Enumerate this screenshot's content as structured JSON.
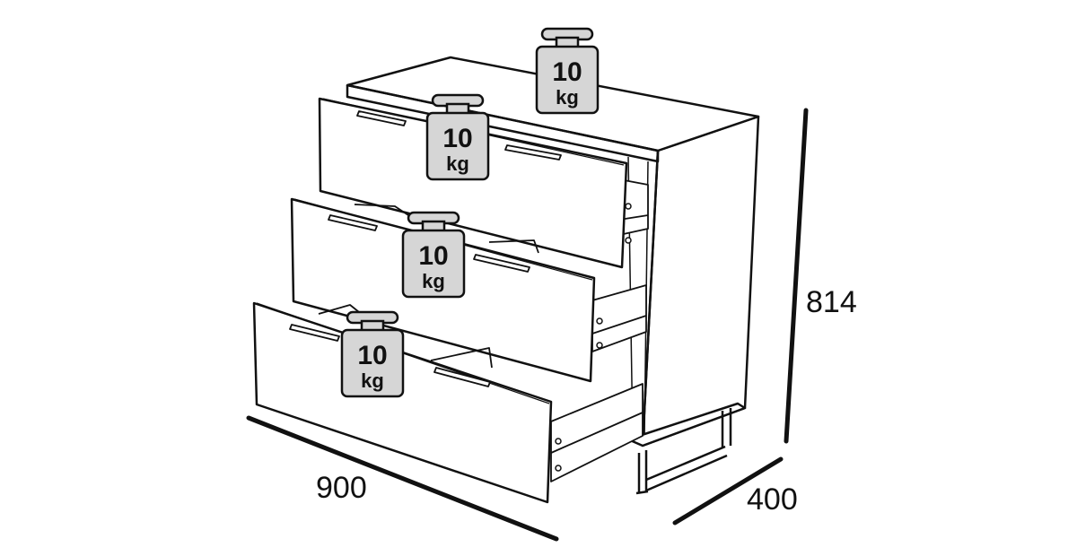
{
  "dimensions": {
    "width": "900",
    "depth": "400",
    "height": "814"
  },
  "weights": [
    {
      "value": "10",
      "unit": "kg",
      "location": "top"
    },
    {
      "value": "10",
      "unit": "kg",
      "location": "drawer-1"
    },
    {
      "value": "10",
      "unit": "kg",
      "location": "drawer-2"
    },
    {
      "value": "10",
      "unit": "kg",
      "location": "drawer-3"
    }
  ],
  "colors": {
    "line": "#111111",
    "weight_fill": "#d6d6d6",
    "background": "#ffffff"
  }
}
